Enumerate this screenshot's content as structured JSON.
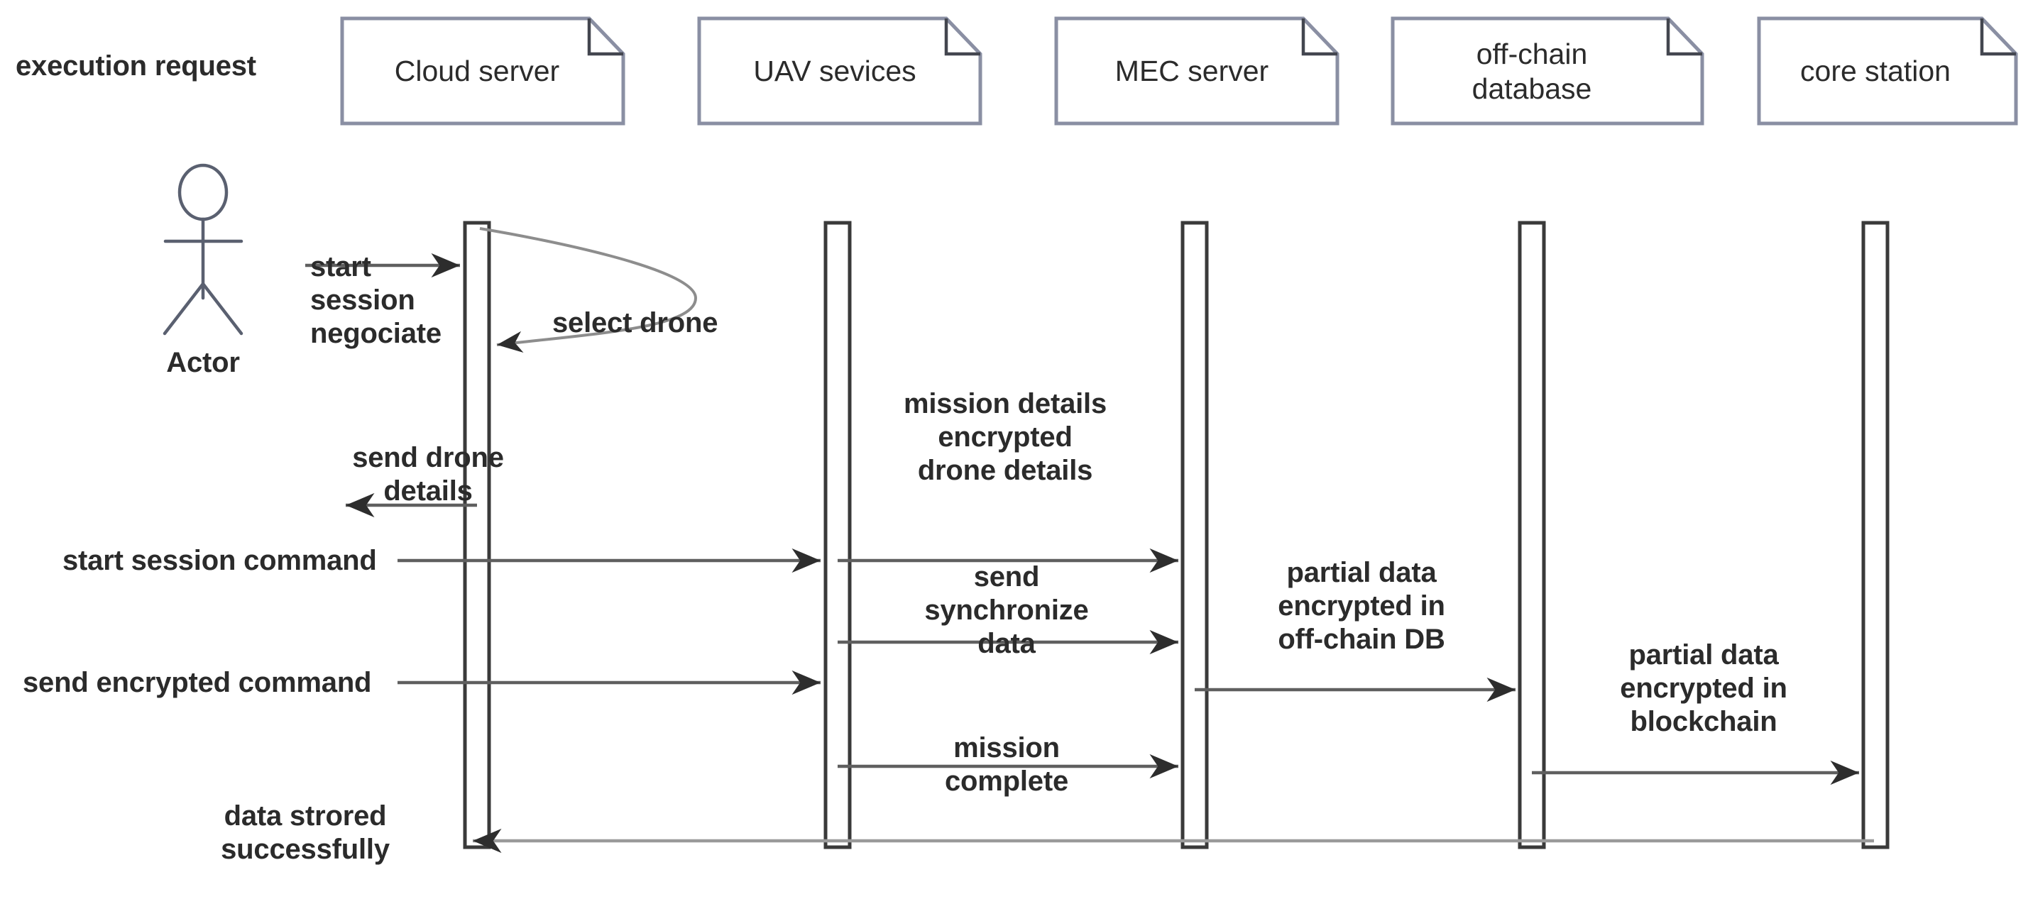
{
  "diagram": {
    "type": "uml-sequence-diagram",
    "title": "UAV mission execution sequence",
    "background_color": "#ffffff",
    "line_color": "#7a7f91",
    "dark_line_color": "#3a3a3a",
    "text_color": "#2b2b2b"
  },
  "actor": {
    "label": "Actor",
    "caption": "execution request"
  },
  "participants": [
    {
      "id": "cloud",
      "name": "Cloud server",
      "name_lines": [
        "Cloud server"
      ]
    },
    {
      "id": "uav",
      "name": "UAV sevices",
      "name_lines": [
        "UAV sevices"
      ]
    },
    {
      "id": "mec",
      "name": "MEC server",
      "name_lines": [
        "MEC server"
      ]
    },
    {
      "id": "offchain",
      "name": "off-chain database",
      "name_lines": [
        "off-chain",
        "database"
      ]
    },
    {
      "id": "core",
      "name": "core station",
      "name_lines": [
        "core station"
      ]
    }
  ],
  "messages": [
    {
      "id": "m1",
      "text": "start session negociate",
      "text_lines": [
        "start",
        "session",
        "negociate"
      ],
      "from": "actor",
      "to": "cloud",
      "direction": "right",
      "style": "solid"
    },
    {
      "id": "m2",
      "text": "select drone",
      "text_lines": [
        "select drone"
      ],
      "from": "cloud",
      "to": "cloud",
      "direction": "self-loop",
      "style": "solid"
    },
    {
      "id": "m3",
      "text": "send drone details",
      "text_lines": [
        "send drone",
        "details"
      ],
      "from": "cloud",
      "to": "actor",
      "direction": "left",
      "style": "solid"
    },
    {
      "id": "m4",
      "text": "start session command",
      "text_lines": [
        "start session command"
      ],
      "from": "actor",
      "to": "uav",
      "direction": "right",
      "style": "solid"
    },
    {
      "id": "m5",
      "text": "mission details encrypted drone details",
      "text_lines": [
        "mission details",
        "encrypted",
        "drone details"
      ],
      "from": "uav",
      "to": "mec",
      "direction": "right",
      "style": "solid"
    },
    {
      "id": "m6",
      "text": "send synchronize data",
      "text_lines": [
        "send",
        "synchronize",
        "data"
      ],
      "from": "uav",
      "to": "mec",
      "direction": "right",
      "style": "solid"
    },
    {
      "id": "m7",
      "text": "send encrypted command",
      "text_lines": [
        "send encrypted command"
      ],
      "from": "actor",
      "to": "uav",
      "direction": "right",
      "style": "solid"
    },
    {
      "id": "m8",
      "text": "partial data encrypted in off-chain DB",
      "text_lines": [
        "partial data",
        "encrypted in",
        "off-chain DB"
      ],
      "from": "mec",
      "to": "offchain",
      "direction": "right",
      "style": "solid"
    },
    {
      "id": "m9",
      "text": "partial data encrypted in blockchain",
      "text_lines": [
        "partial data",
        "encrypted in",
        "blockchain"
      ],
      "from": "offchain",
      "to": "core",
      "direction": "right",
      "style": "solid"
    },
    {
      "id": "m10",
      "text": "mission complete",
      "text_lines": [
        "mission",
        "complete"
      ],
      "from": "uav",
      "to": "mec",
      "direction": "right",
      "style": "solid"
    },
    {
      "id": "m11",
      "text": "data strored successfully",
      "text_lines": [
        "data strored",
        "successfully"
      ],
      "from": "core",
      "to": "cloud",
      "direction": "left",
      "style": "solid"
    }
  ]
}
